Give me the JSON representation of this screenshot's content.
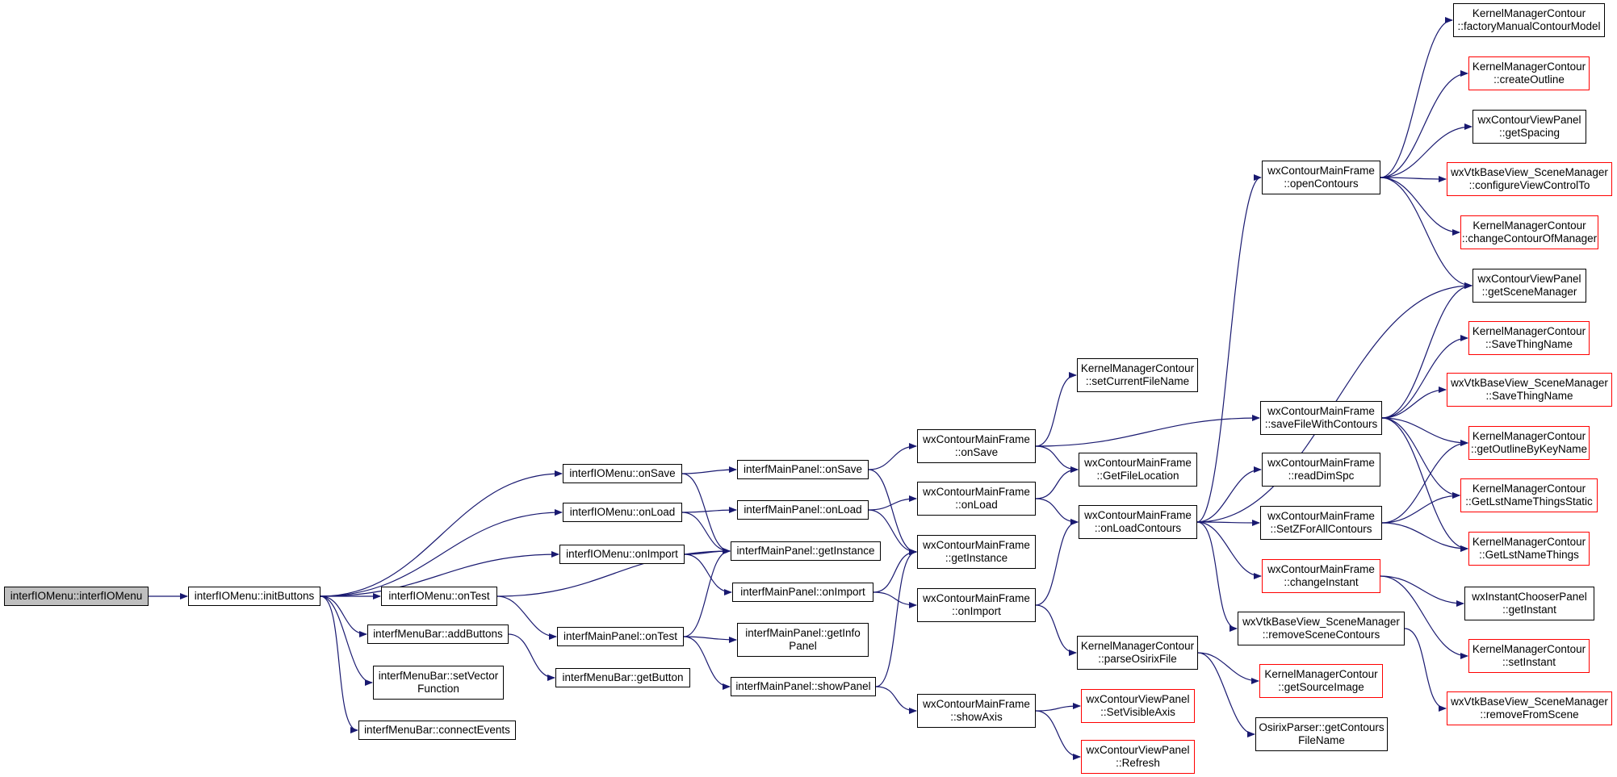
{
  "graph": {
    "edge_color": "#191970",
    "nodes": [
      {
        "id": "root",
        "lines": [
          "interfIOMenu::interfIOMenu"
        ],
        "style": "root"
      },
      {
        "id": "initButtons",
        "lines": [
          "interfIOMenu::initButtons"
        ],
        "style": "normal"
      },
      {
        "id": "onSave",
        "lines": [
          "interfIOMenu::onSave"
        ],
        "style": "normal"
      },
      {
        "id": "onLoad",
        "lines": [
          "interfIOMenu::onLoad"
        ],
        "style": "normal"
      },
      {
        "id": "onImport",
        "lines": [
          "interfIOMenu::onImport"
        ],
        "style": "normal"
      },
      {
        "id": "onTest",
        "lines": [
          "interfIOMenu::onTest"
        ],
        "style": "normal"
      },
      {
        "id": "addButtons",
        "lines": [
          "interfMenuBar::addButtons"
        ],
        "style": "normal"
      },
      {
        "id": "setVector",
        "lines": [
          "interfMenuBar::setVector",
          "Function"
        ],
        "style": "normal"
      },
      {
        "id": "connectEvents",
        "lines": [
          "interfMenuBar::connectEvents"
        ],
        "style": "normal"
      },
      {
        "id": "mpOnSave",
        "lines": [
          "interfMainPanel::onSave"
        ],
        "style": "normal"
      },
      {
        "id": "mpOnLoad",
        "lines": [
          "interfMainPanel::onLoad"
        ],
        "style": "normal"
      },
      {
        "id": "mpGetInstance",
        "lines": [
          "interfMainPanel::getInstance"
        ],
        "style": "normal"
      },
      {
        "id": "mpOnImport",
        "lines": [
          "interfMainPanel::onImport"
        ],
        "style": "normal"
      },
      {
        "id": "mpOnTest",
        "lines": [
          "interfMainPanel::onTest"
        ],
        "style": "normal"
      },
      {
        "id": "mbGetButton",
        "lines": [
          "interfMenuBar::getButton"
        ],
        "style": "normal"
      },
      {
        "id": "mpGetInfo",
        "lines": [
          "interfMainPanel::getInfo",
          "Panel"
        ],
        "style": "normal"
      },
      {
        "id": "mpShowPanel",
        "lines": [
          "interfMainPanel::showPanel"
        ],
        "style": "normal"
      },
      {
        "id": "mfOnSave",
        "lines": [
          "wxContourMainFrame",
          "::onSave"
        ],
        "style": "normal"
      },
      {
        "id": "mfOnLoad",
        "lines": [
          "wxContourMainFrame",
          "::onLoad"
        ],
        "style": "normal"
      },
      {
        "id": "mfGetInstance",
        "lines": [
          "wxContourMainFrame",
          "::getInstance"
        ],
        "style": "normal"
      },
      {
        "id": "mfOnImport",
        "lines": [
          "wxContourMainFrame",
          "::onImport"
        ],
        "style": "normal"
      },
      {
        "id": "mfShowAxis",
        "lines": [
          "wxContourMainFrame",
          "::showAxis"
        ],
        "style": "normal"
      },
      {
        "id": "kmSetCurrentFile",
        "lines": [
          "KernelManagerContour",
          "::setCurrentFileName"
        ],
        "style": "normal"
      },
      {
        "id": "mfGetFileLocation",
        "lines": [
          "wxContourMainFrame",
          "::GetFileLocation"
        ],
        "style": "normal"
      },
      {
        "id": "mfOnLoadContours",
        "lines": [
          "wxContourMainFrame",
          "::onLoadContours"
        ],
        "style": "normal"
      },
      {
        "id": "kmParseOsirix",
        "lines": [
          "KernelManagerContour",
          "::parseOsirixFile"
        ],
        "style": "normal"
      },
      {
        "id": "vpSetVisibleAxis",
        "lines": [
          "wxContourViewPanel",
          "::SetVisibleAxis"
        ],
        "style": "red"
      },
      {
        "id": "vpRefresh",
        "lines": [
          "wxContourViewPanel",
          "::Refresh"
        ],
        "style": "red"
      },
      {
        "id": "mfOpenContours",
        "lines": [
          "wxContourMainFrame",
          "::openContours"
        ],
        "style": "normal"
      },
      {
        "id": "mfSaveFileWith",
        "lines": [
          "wxContourMainFrame",
          "::saveFileWithContours"
        ],
        "style": "normal"
      },
      {
        "id": "mfReadDimSpc",
        "lines": [
          "wxContourMainFrame",
          "::readDimSpc"
        ],
        "style": "normal"
      },
      {
        "id": "mfSetZ",
        "lines": [
          "wxContourMainFrame",
          "::SetZForAllContours"
        ],
        "style": "normal"
      },
      {
        "id": "mfChangeInstant",
        "lines": [
          "wxContourMainFrame",
          "::changeInstant"
        ],
        "style": "red"
      },
      {
        "id": "smRemoveScene",
        "lines": [
          "wxVtkBaseView_SceneManager",
          "::removeSceneContours"
        ],
        "style": "normal"
      },
      {
        "id": "kmGetSourceImage",
        "lines": [
          "KernelManagerContour",
          "::getSourceImage"
        ],
        "style": "red"
      },
      {
        "id": "opGetContours",
        "lines": [
          "OsirixParser::getContours",
          "FileName"
        ],
        "style": "normal"
      },
      {
        "id": "kmFactory",
        "lines": [
          "KernelManagerContour",
          "::factoryManualContourModel"
        ],
        "style": "normal"
      },
      {
        "id": "kmCreateOutline",
        "lines": [
          "KernelManagerContour",
          "::createOutline"
        ],
        "style": "red"
      },
      {
        "id": "vpGetSpacing",
        "lines": [
          "wxContourViewPanel",
          "::getSpacing"
        ],
        "style": "normal"
      },
      {
        "id": "smConfigure",
        "lines": [
          "wxVtkBaseView_SceneManager",
          "::configureViewControlTo"
        ],
        "style": "red"
      },
      {
        "id": "kmChangeContour",
        "lines": [
          "KernelManagerContour",
          "::changeContourOfManager"
        ],
        "style": "red"
      },
      {
        "id": "vpGetSceneManager",
        "lines": [
          "wxContourViewPanel",
          "::getSceneManager"
        ],
        "style": "normal"
      },
      {
        "id": "kmSaveThingName",
        "lines": [
          "KernelManagerContour",
          "::SaveThingName"
        ],
        "style": "red"
      },
      {
        "id": "smSaveThingName",
        "lines": [
          "wxVtkBaseView_SceneManager",
          "::SaveThingName"
        ],
        "style": "red"
      },
      {
        "id": "kmGetOutlineByKey",
        "lines": [
          "KernelManagerContour",
          "::getOutlineByKeyName"
        ],
        "style": "red"
      },
      {
        "id": "kmGetLstStatic",
        "lines": [
          "KernelManagerContour",
          "::GetLstNameThingsStatic"
        ],
        "style": "red"
      },
      {
        "id": "kmGetLst",
        "lines": [
          "KernelManagerContour",
          "::GetLstNameThings"
        ],
        "style": "red"
      },
      {
        "id": "icGetInstant",
        "lines": [
          "wxInstantChooserPanel",
          "::getInstant"
        ],
        "style": "normal"
      },
      {
        "id": "kmSetInstant",
        "lines": [
          "KernelManagerContour",
          "::setInstant"
        ],
        "style": "red"
      },
      {
        "id": "smRemoveFrom",
        "lines": [
          "wxVtkBaseView_SceneManager",
          "::removeFromScene"
        ],
        "style": "red"
      }
    ]
  }
}
